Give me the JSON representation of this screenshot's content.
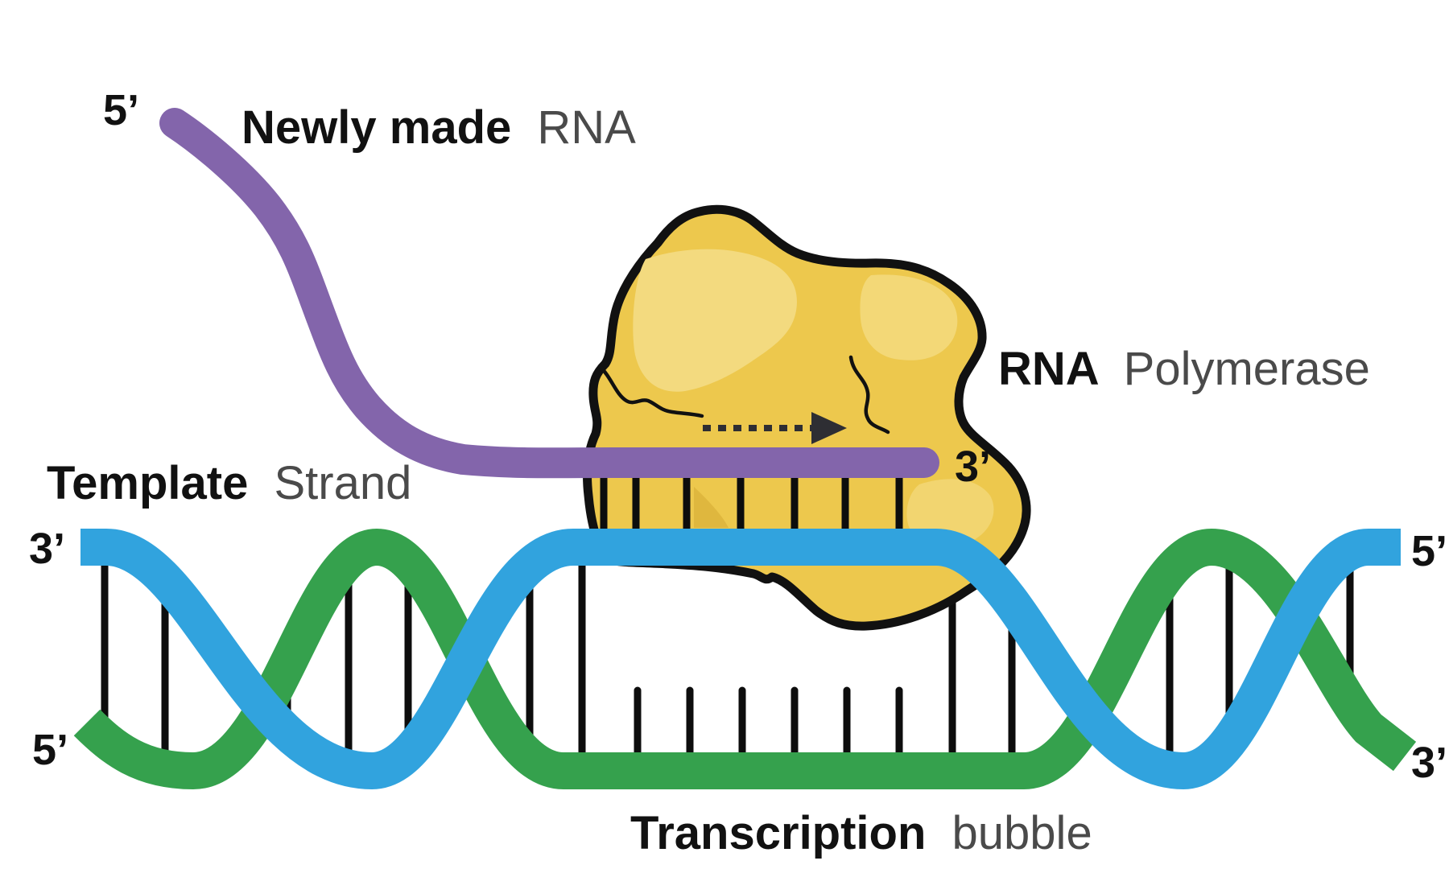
{
  "title": "Transcription diagram",
  "labels": {
    "rna_5prime": "5’",
    "newly_made_bold": "Newly made",
    "newly_made_rest": "RNA",
    "polymerase_bold": "RNA",
    "polymerase_rest": "Polymerase",
    "template_bold": "Template",
    "template_rest": "Strand",
    "dna_left_top_prime": "3’",
    "dna_left_bottom_prime": "5’",
    "rna_3prime": "3’",
    "dna_right_top_prime": "5’",
    "dna_right_bottom_prime": "3’",
    "bubble_bold": "Transcription",
    "bubble_rest": "bubble"
  },
  "colors": {
    "rna_strand": "#8365ab",
    "template_strand": "#31a3de",
    "coding_strand": "#35a14d",
    "polymerase_fill": "#edc84d",
    "polymerase_light": "#f3da7f",
    "polymerase_shade": "#dfb73e",
    "outline": "#111111",
    "base_pair_line": "#0d0d0d",
    "arrow": "#2e2e33",
    "text_primary": "#111111",
    "text_secondary": "#4a4a4a"
  }
}
